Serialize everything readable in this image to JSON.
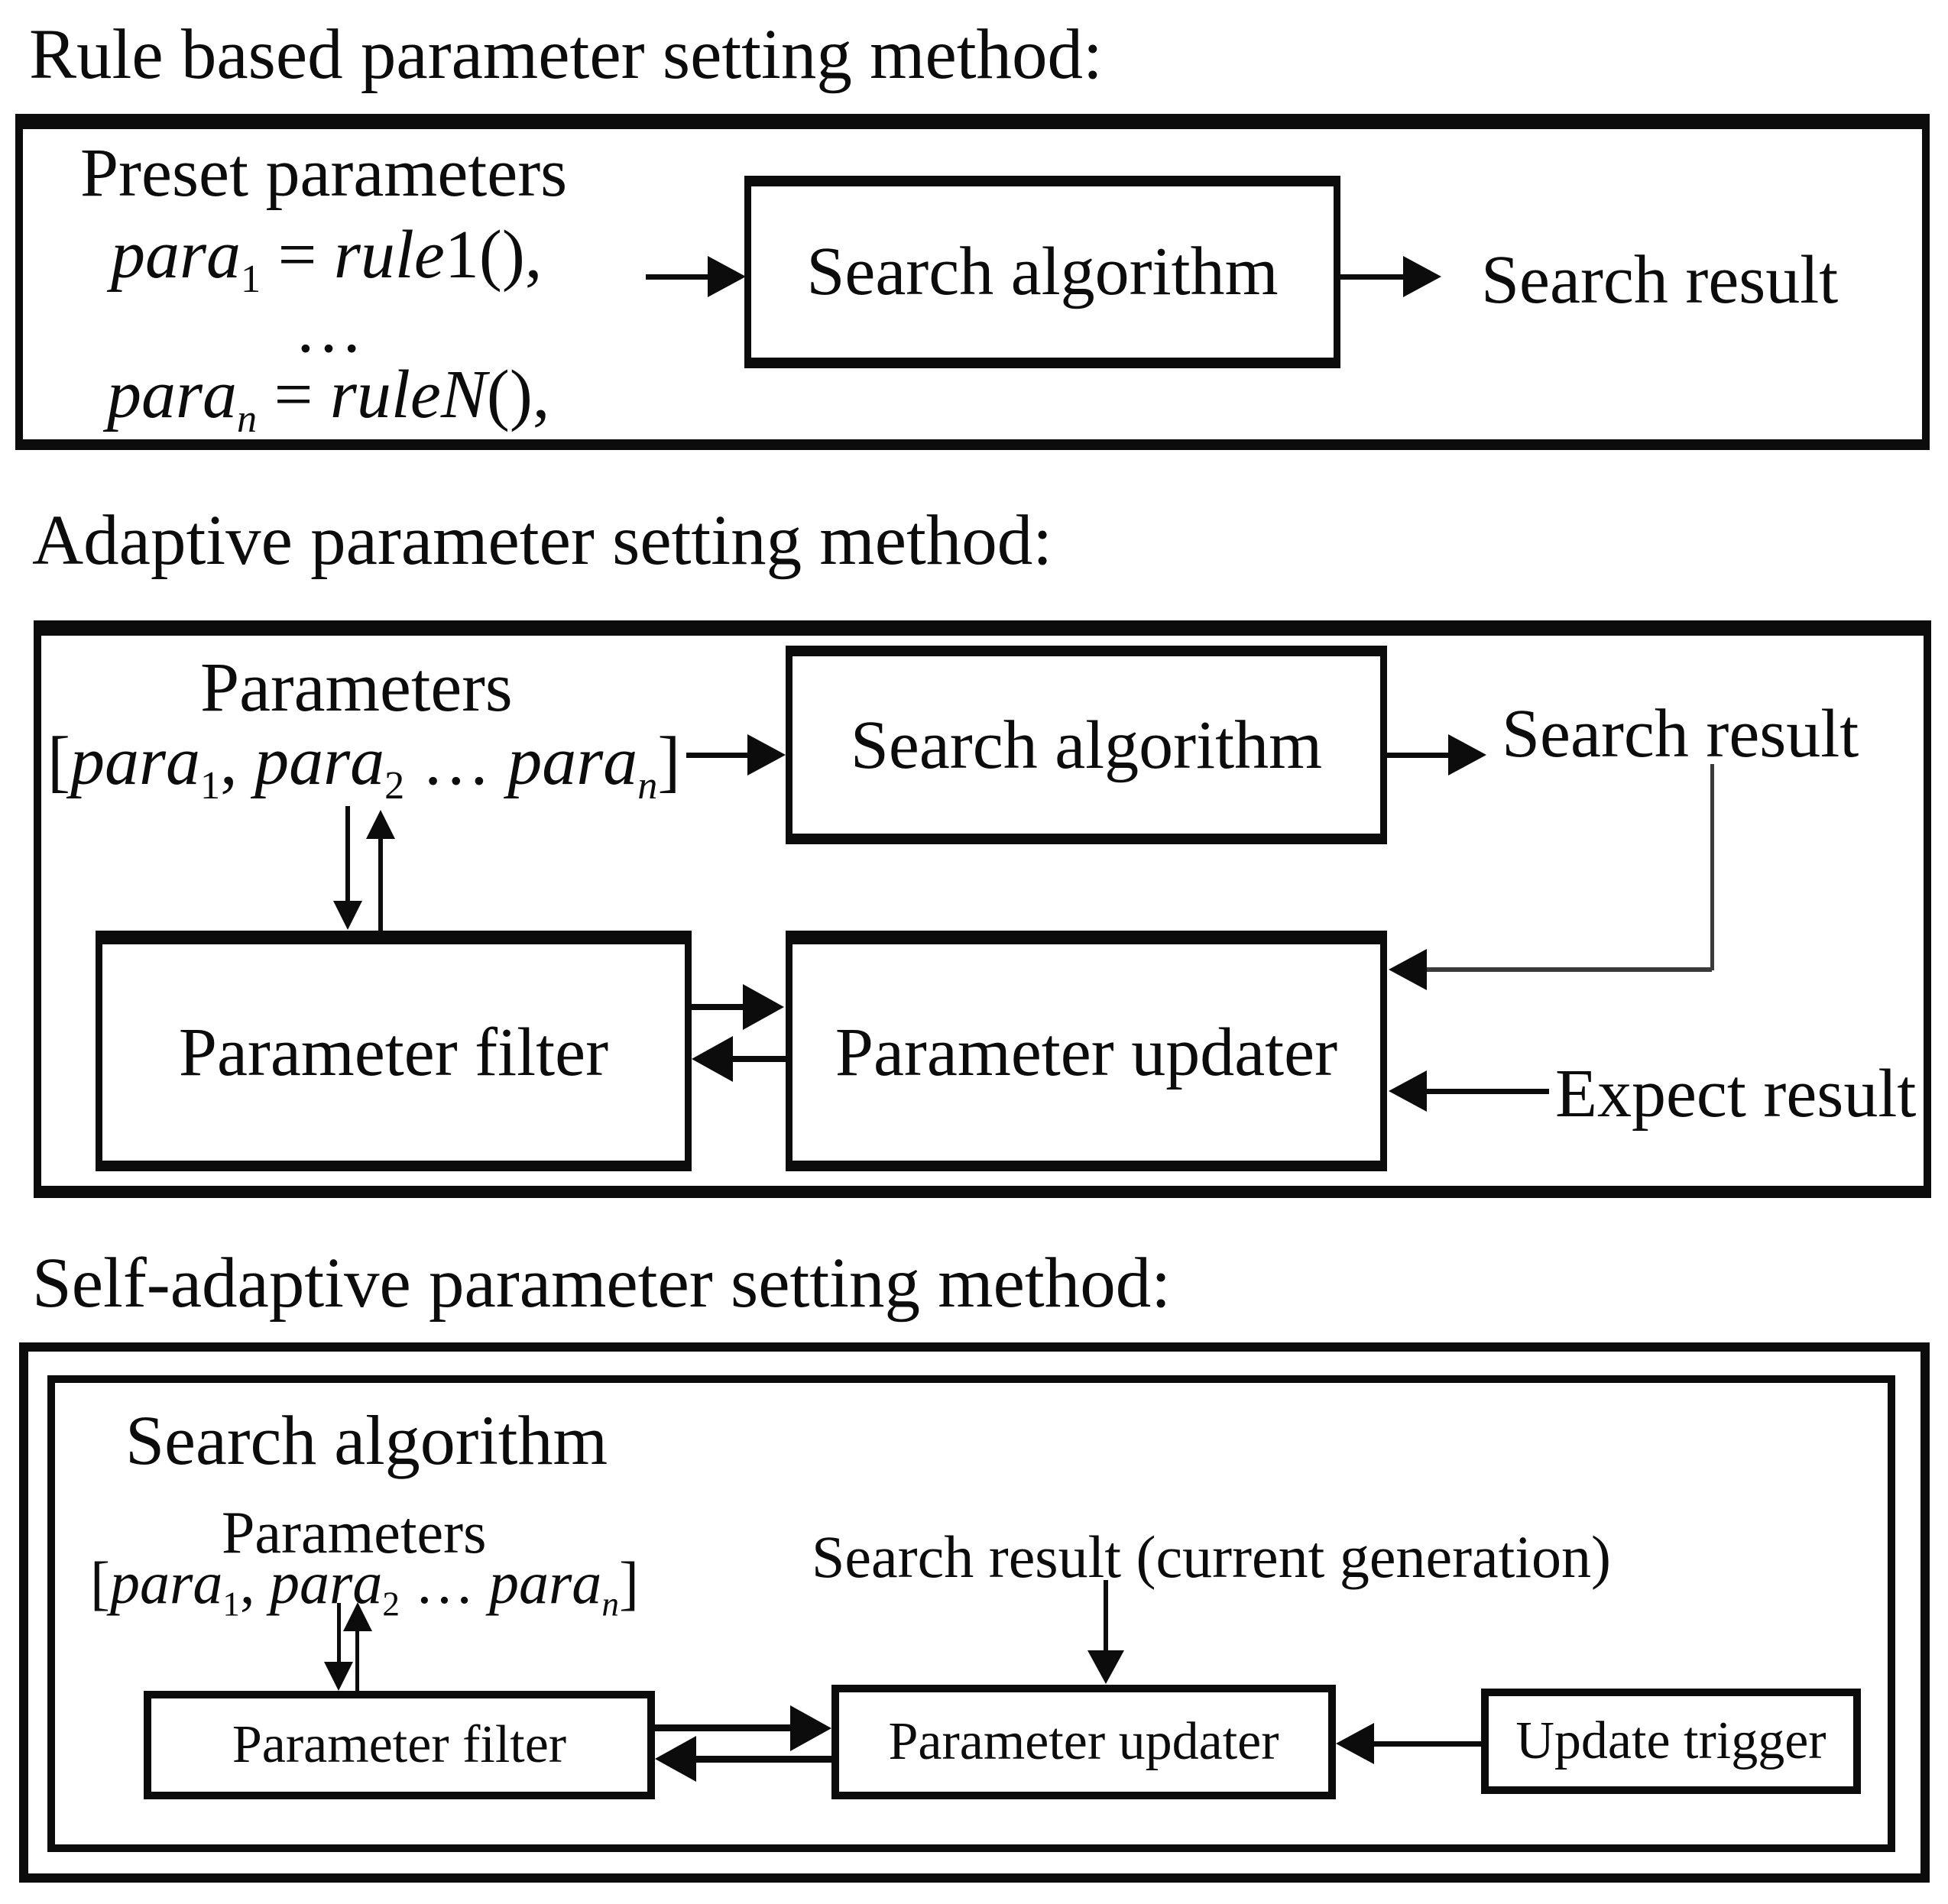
{
  "figure": {
    "colors": {
      "ink": "#0c0c0c",
      "background": "#ffffff"
    },
    "sections": [
      {
        "title": "Rule based parameter setting method:",
        "preset_label": "Preset parameters",
        "eq1_html": "<i>para</i><sub>1</sub> = <i>rule</i>1(),",
        "ellipsis": "…",
        "eq2_html": "<i>para</i><sub><i>n</i></sub> = <i>ruleN</i>(),",
        "search_algorithm_label": "Search algorithm",
        "search_result_label": "Search result"
      },
      {
        "title": "Adaptive parameter setting method:",
        "parameters_label": "Parameters",
        "param_vector_html": "[<i>para</i><sub>1</sub>, <i>para</i><sub>2</sub> … <i>para</i><sub><i>n</i></sub>]",
        "search_algorithm_label": "Search algorithm",
        "search_result_label": "Search result",
        "parameter_filter_label": "Parameter filter",
        "parameter_updater_label": "Parameter updater",
        "expect_result_label": "Expect result"
      },
      {
        "title": "Self-adaptive parameter setting method:",
        "search_algorithm_label": "Search algorithm",
        "parameters_label": "Parameters",
        "param_vector_html": "[<i>para</i><sub>1</sub>, <i>para</i><sub>2</sub> … <i>para</i><sub><i>n</i></sub>]",
        "search_result_label": "Search result (current generation)",
        "parameter_filter_label": "Parameter filter",
        "parameter_updater_label": "Parameter updater",
        "update_trigger_label": "Update trigger"
      }
    ]
  }
}
